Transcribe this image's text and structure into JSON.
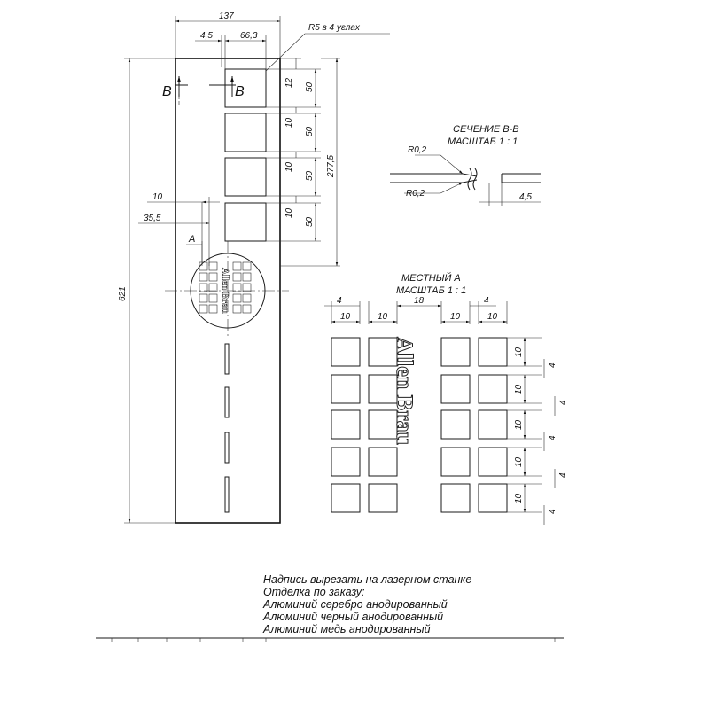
{
  "labels": {
    "section_mark": "В",
    "detail_mark": "А",
    "r5_note": "R5 в 4 углах",
    "section_title": "СЕЧЕНИЕ В-В",
    "section_scale": "МАСШТАБ 1 : 1",
    "r02_top": "R0,2",
    "r02_bottom": "R0,2",
    "detail_title": "МЕСТНЫЙ А",
    "detail_scale": "МАСШТАБ 1 : 1"
  },
  "engraving": "Allen Brau",
  "dims_main": {
    "width": "137",
    "offset_45": "4,5",
    "width_663": "66,3",
    "total_length": "621",
    "cutout_span": "277,5",
    "gap_top": "12",
    "gap": "10",
    "cutout_h": "50",
    "dim_10": "10",
    "dim_355": "35,5"
  },
  "dims_section": {
    "thickness": "4,5"
  },
  "dims_detail": {
    "d4a": "4",
    "d10a": "10",
    "d10b": "10",
    "d18": "18",
    "d10c": "10",
    "d4b": "4",
    "d10d": "10",
    "d_right_square": "10",
    "d_right_gap": "4"
  },
  "notes": [
    "Надпись вырезать на лазерном станке",
    "Отделка по заказу:",
    "Алюминий серебро анодированный",
    "Алюминий черный анодированный",
    "Алюминий медь анодированный"
  ]
}
